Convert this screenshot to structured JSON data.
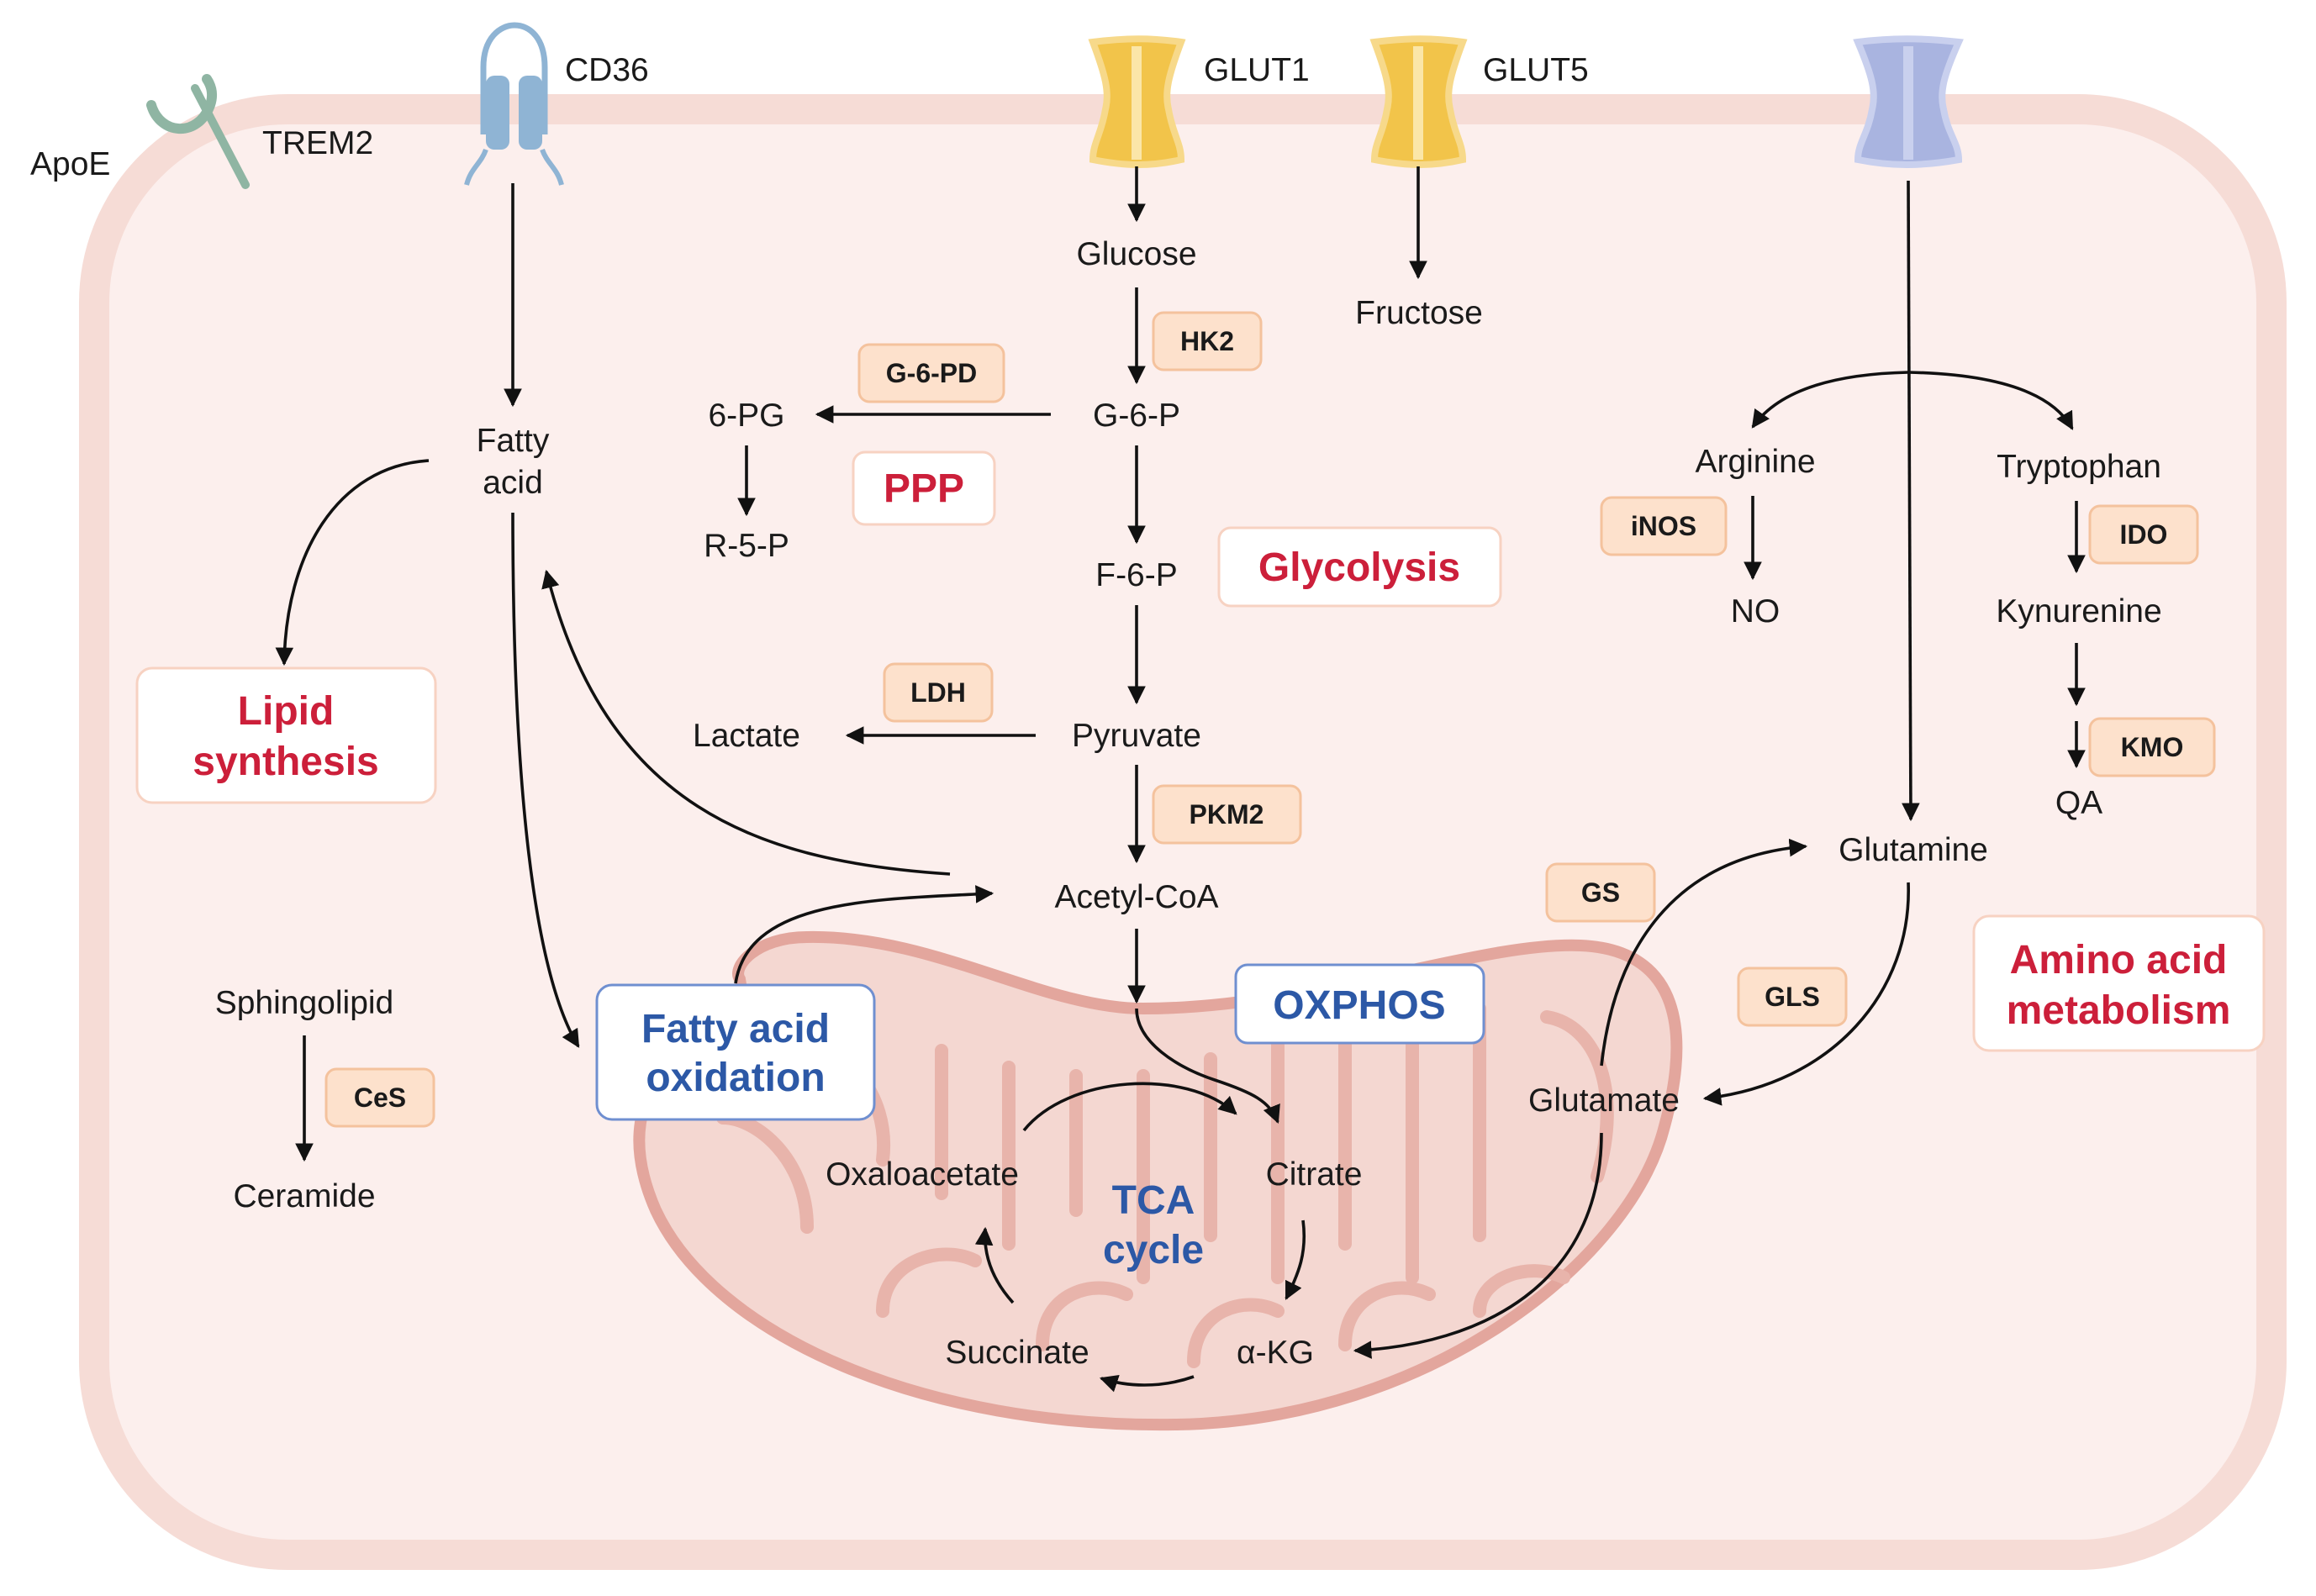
{
  "colors": {
    "cell_fill": "#fcefed",
    "cell_border": "#f6dcd6",
    "mito_fill": "#f4d7d1",
    "mito_border": "#e3a69d",
    "enzyme_fill": "#fde1cc",
    "enzyme_border": "#f4c29d",
    "process_red": "#cc1f3a",
    "process_blue": "#2c58a6",
    "process_red_border": "#f7d2c2",
    "process_blue_border": "#6f8fd0",
    "cd36": "#8fb4d4",
    "glut": "#f2c44a",
    "aa_transporter": "#a9b4e0",
    "trem2": "#8fb5a3"
  },
  "receptors": {
    "apoe": "ApoE",
    "trem2": "TREM2",
    "cd36": "CD36",
    "glut1": "GLUT1",
    "glut5": "GLUT5"
  },
  "metabolites": {
    "glucose": "Glucose",
    "fructose": "Fructose",
    "g6p": "G-6-P",
    "pg6": "6-PG",
    "r5p": "R-5-P",
    "f6p": "F-6-P",
    "pyruvate": "Pyruvate",
    "lactate": "Lactate",
    "acetyl_coa": "Acetyl-CoA",
    "fatty_acid_line1": "Fatty",
    "fatty_acid_line2": "acid",
    "sphingolipid": "Sphingolipid",
    "ceramide": "Ceramide",
    "oxaloacetate": "Oxaloacetate",
    "citrate": "Citrate",
    "akg": "α-KG",
    "succinate": "Succinate",
    "arginine": "Arginine",
    "no": "NO",
    "tryptophan": "Tryptophan",
    "kynurenine": "Kynurenine",
    "qa": "QA",
    "glutamine": "Glutamine",
    "glutamate": "Glutamate"
  },
  "enzymes": {
    "hk2": "HK2",
    "g6pd": "G-6-PD",
    "ldh": "LDH",
    "pkm2": "PKM2",
    "ces": "CeS",
    "inos": "iNOS",
    "ido": "IDO",
    "kmo": "KMO",
    "gs": "GS",
    "gls": "GLS"
  },
  "processes": {
    "ppp": "PPP",
    "glycolysis": "Glycolysis",
    "lipid_synthesis_line1": "Lipid",
    "lipid_synthesis_line2": "synthesis",
    "fao_line1": "Fatty acid",
    "fao_line2": "oxidation",
    "oxphos": "OXPHOS",
    "tca_line1": "TCA",
    "tca_line2": "cycle",
    "amino_acid_line1": "Amino acid",
    "amino_acid_line2": "metabolism"
  }
}
